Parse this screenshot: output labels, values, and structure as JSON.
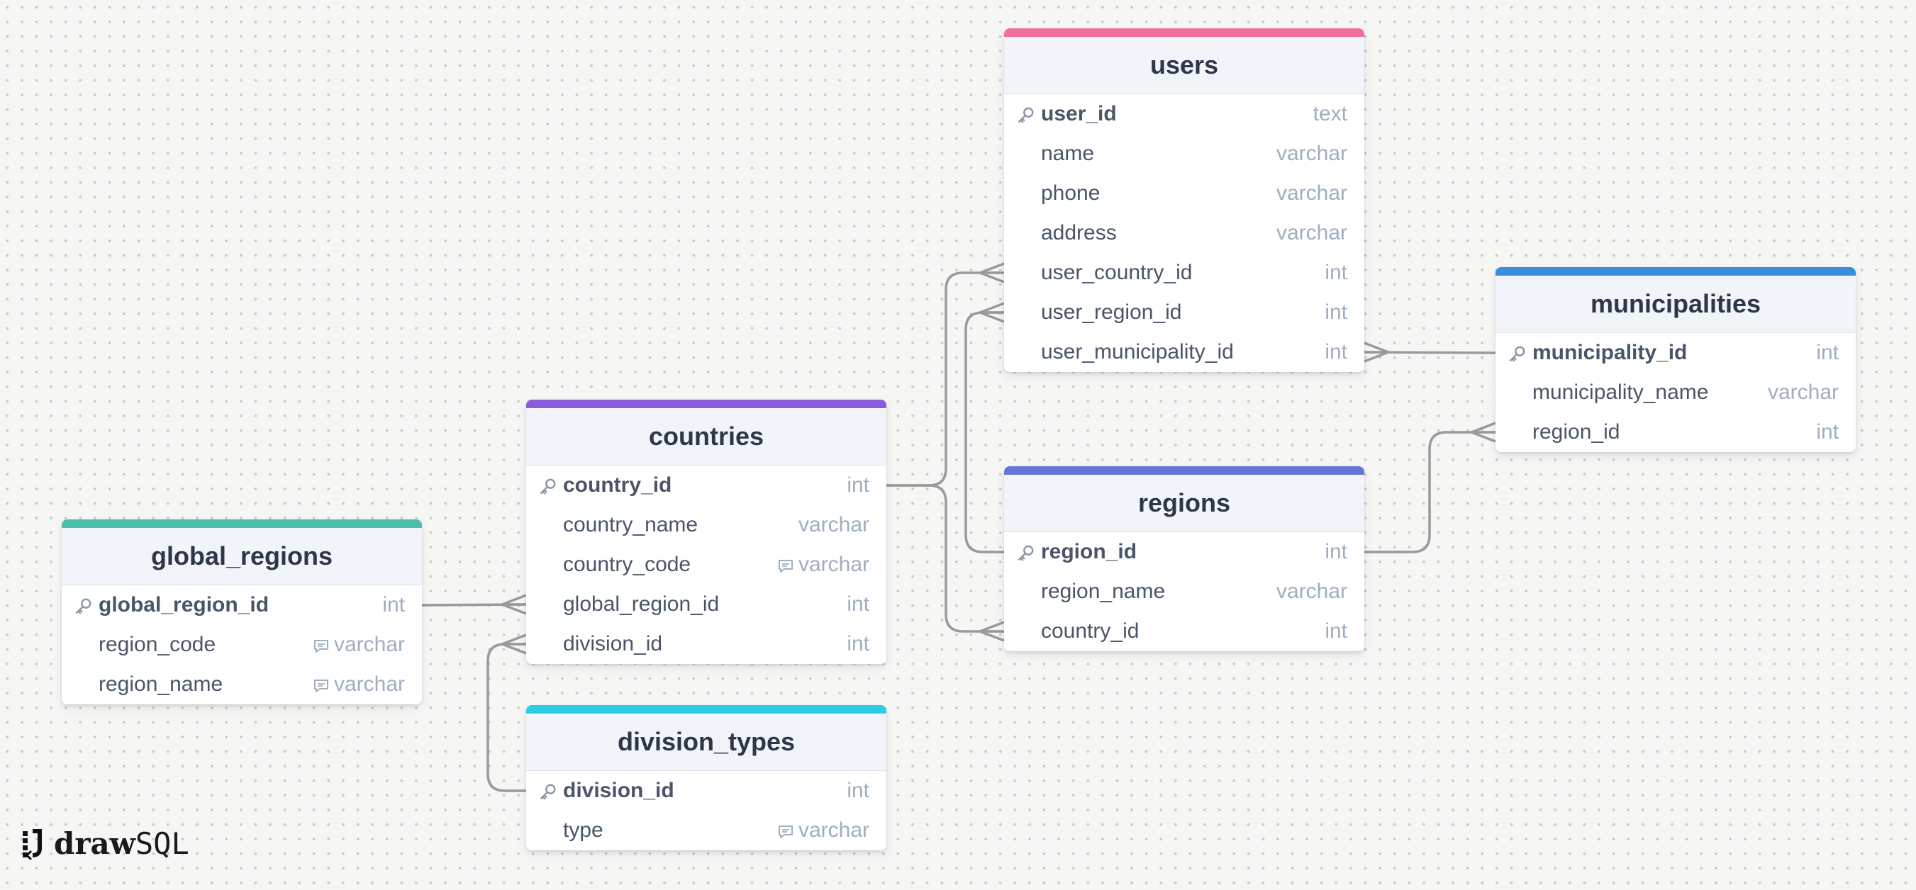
{
  "tables": {
    "users": {
      "title": "users",
      "accent": "#f06e9b",
      "columns": [
        {
          "name": "user_id",
          "type": "text",
          "pk": true
        },
        {
          "name": "name",
          "type": "varchar"
        },
        {
          "name": "phone",
          "type": "varchar"
        },
        {
          "name": "address",
          "type": "varchar"
        },
        {
          "name": "user_country_id",
          "type": "int"
        },
        {
          "name": "user_region_id",
          "type": "int"
        },
        {
          "name": "user_municipality_id",
          "type": "int"
        }
      ]
    },
    "municipalities": {
      "title": "municipalities",
      "accent": "#3a8ddd",
      "columns": [
        {
          "name": "municipality_id",
          "type": "int",
          "pk": true
        },
        {
          "name": "municipality_name",
          "type": "varchar"
        },
        {
          "name": "region_id",
          "type": "int"
        }
      ]
    },
    "countries": {
      "title": "countries",
      "accent": "#8b5cdc",
      "columns": [
        {
          "name": "country_id",
          "type": "int",
          "pk": true
        },
        {
          "name": "country_name",
          "type": "varchar"
        },
        {
          "name": "country_code",
          "type": "varchar",
          "note": true
        },
        {
          "name": "global_region_id",
          "type": "int"
        },
        {
          "name": "division_id",
          "type": "int"
        }
      ]
    },
    "regions": {
      "title": "regions",
      "accent": "#6675d3",
      "columns": [
        {
          "name": "region_id",
          "type": "int",
          "pk": true
        },
        {
          "name": "region_name",
          "type": "varchar"
        },
        {
          "name": "country_id",
          "type": "int"
        }
      ]
    },
    "global_regions": {
      "title": "global_regions",
      "accent": "#4cbfaa",
      "columns": [
        {
          "name": "global_region_id",
          "type": "int",
          "pk": true
        },
        {
          "name": "region_code",
          "type": "varchar",
          "note": true
        },
        {
          "name": "region_name",
          "type": "varchar",
          "note": true
        }
      ]
    },
    "division_types": {
      "title": "division_types",
      "accent": "#2ccce6",
      "columns": [
        {
          "name": "division_id",
          "type": "int",
          "pk": true
        },
        {
          "name": "type",
          "type": "varchar",
          "note": true
        }
      ]
    }
  },
  "relationships": [
    {
      "from": "countries.country_id",
      "to": "users.user_country_id",
      "cardinality": "one-to-many"
    },
    {
      "from": "regions.region_id",
      "to": "users.user_region_id",
      "cardinality": "one-to-many"
    },
    {
      "from": "municipalities.municipality_id",
      "to": "users.user_municipality_id",
      "cardinality": "one-to-many"
    },
    {
      "from": "regions.region_id",
      "to": "municipalities.region_id",
      "cardinality": "one-to-many"
    },
    {
      "from": "countries.country_id",
      "to": "regions.country_id",
      "cardinality": "one-to-many"
    },
    {
      "from": "global_regions.global_region_id",
      "to": "countries.global_region_id",
      "cardinality": "one-to-many"
    },
    {
      "from": "division_types.division_id",
      "to": "countries.division_id",
      "cardinality": "one-to-many"
    }
  ],
  "logo": {
    "text_bold": "draw",
    "text_light": "SQL",
    "icon": "drawsql-logo-icon"
  },
  "colors": {
    "link": "#9a9a9a",
    "key_icon": "#8a94a6",
    "note_icon": "#a0aec0"
  }
}
